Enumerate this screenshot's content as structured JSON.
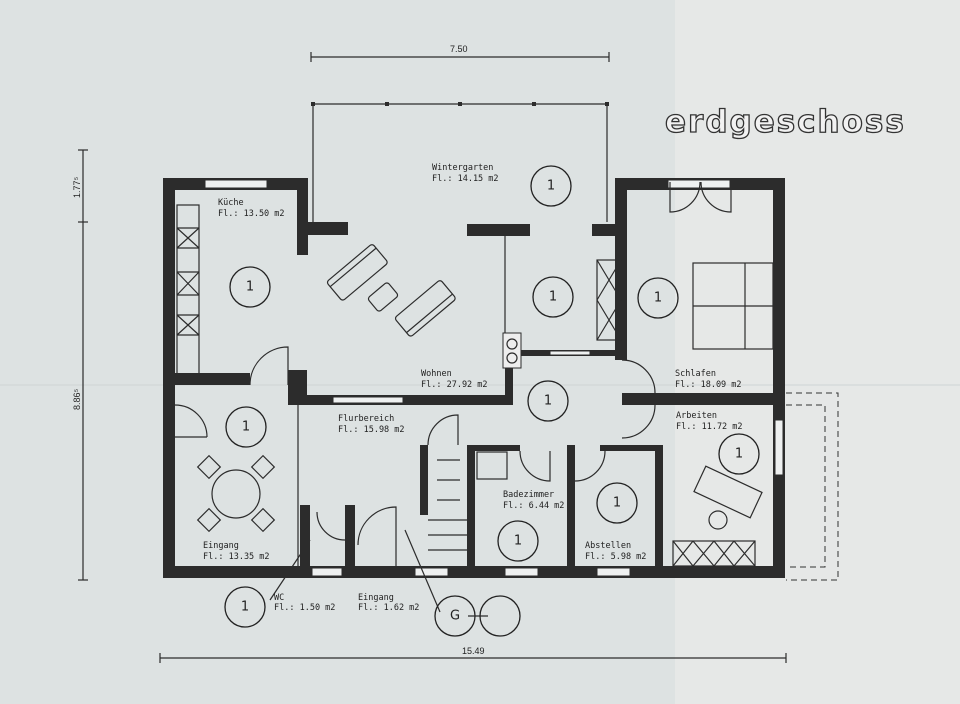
{
  "title": "erdgeschoss",
  "dimensions": {
    "top_width": "7.50",
    "bottom_width": "15.49",
    "left_upper": "1.77⁵",
    "left_total": "8.86⁵"
  },
  "rooms": [
    {
      "name": "Küche",
      "area": "Fl.:  13.50 m2"
    },
    {
      "name": "Wintergarten",
      "area": "Fl.:  14.15 m2"
    },
    {
      "name": "Wohnen",
      "area": "Fl.:  27.92 m2"
    },
    {
      "name": "Flurbereich",
      "area": "Fl.:  15.98 m2"
    },
    {
      "name": "Eingang",
      "area": "Fl.:  13.35 m2"
    },
    {
      "name": "WC",
      "area": "Fl.:  1.50 m2"
    },
    {
      "name": "Eingang",
      "area": "Fl.:  1.62 m2"
    },
    {
      "name": "Badezimmer",
      "area": "Fl.:  6.44 m2"
    },
    {
      "name": "Abstellen",
      "area": "Fl.:  5.98 m2"
    },
    {
      "name": "Schlafen",
      "area": "Fl.:  18.09 m2"
    },
    {
      "name": "Arbeiten",
      "area": "Fl.:  11.72 m2"
    }
  ],
  "markers": {
    "room": "1",
    "gas": "G",
    "empty": ""
  },
  "colors": {
    "paper": "#dde2e2",
    "wall": "#2c2c2c"
  }
}
